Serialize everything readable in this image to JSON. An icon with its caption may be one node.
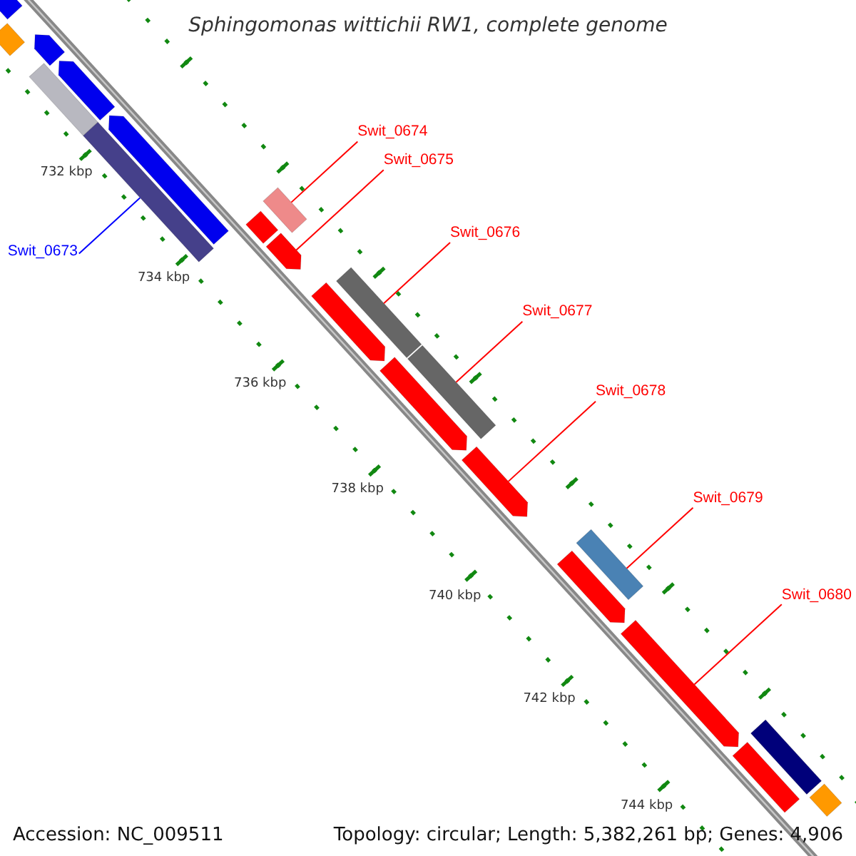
{
  "diagram": {
    "title": "Sphingomonas wittichii RW1, complete genome",
    "nodes": [
      {
        "text": [
          "Swit_0674"
        ]
      },
      {
        "text": [
          "Swit_0675"
        ]
      },
      {
        "text": [
          "Swit_0673"
        ]
      },
      {
        "text": [
          "Swit_0676"
        ]
      },
      {
        "text": [
          "Swit_0677"
        ]
      },
      {
        "text": [
          "Swit_0678"
        ]
      },
      {
        "text": [
          "Swit_0679"
        ]
      },
      {
        "text": [
          "Swit_0680"
        ]
      },
      {
        "text": [],
        "shape": "bar"
      },
      {
        "text": [],
        "shape": "pentagon"
      },
      {
        "text": [],
        "shape": "pentagon"
      },
      {
        "text": [],
        "shape": "pentagon"
      },
      {
        "text": [],
        "shape": "pentagon"
      },
      {
        "text": [],
        "shape": "bar"
      },
      {
        "text": [],
        "shape": "bar"
      },
      {
        "text": [],
        "shape": "bar"
      },
      {
        "text": [],
        "shape": "bar"
      },
      {
        "text": [],
        "shape": "pentagon"
      },
      {
        "text": [],
        "shape": "pentagon"
      },
      {
        "text": [],
        "shape": "bar"
      },
      {
        "text": [],
        "shape": "bar"
      },
      {
        "text": [],
        "shape": "pentagon"
      },
      {
        "text": [],
        "shape": "pentagon"
      },
      {
        "text": [],
        "shape": "bar"
      },
      {
        "text": [],
        "shape": "pentagon"
      },
      {
        "text": [],
        "shape": "pentagon"
      },
      {
        "text": [],
        "shape": "bar"
      },
      {
        "text": [],
        "shape": "bar"
      },
      {
        "text": [],
        "shape": "bar"
      }
    ],
    "edges": [
      {
        "from": 0,
        "to": 15,
        "arrow": "none"
      },
      {
        "from": 1,
        "to": 17,
        "arrow": "none"
      },
      {
        "from": 2,
        "to": 14,
        "arrow": "none",
        "color": "#0000ff"
      },
      {
        "from": 3,
        "to": 19,
        "arrow": "none"
      },
      {
        "from": 4,
        "to": 20,
        "arrow": "none"
      },
      {
        "from": 5,
        "to": 22,
        "arrow": "none"
      },
      {
        "from": 6,
        "to": 23,
        "arrow": "none"
      },
      {
        "from": 7,
        "to": 25,
        "arrow": "none"
      }
    ],
    "labels": [
      "732 kbp",
      "734 kbp",
      "736 kbp",
      "738 kbp",
      "740 kbp",
      "742 kbp",
      "744 kbp",
      "Accession: NC_009511",
      "Topology: circular; Length: 5,382,261 bp; Genes: 4,906"
    ]
  }
}
